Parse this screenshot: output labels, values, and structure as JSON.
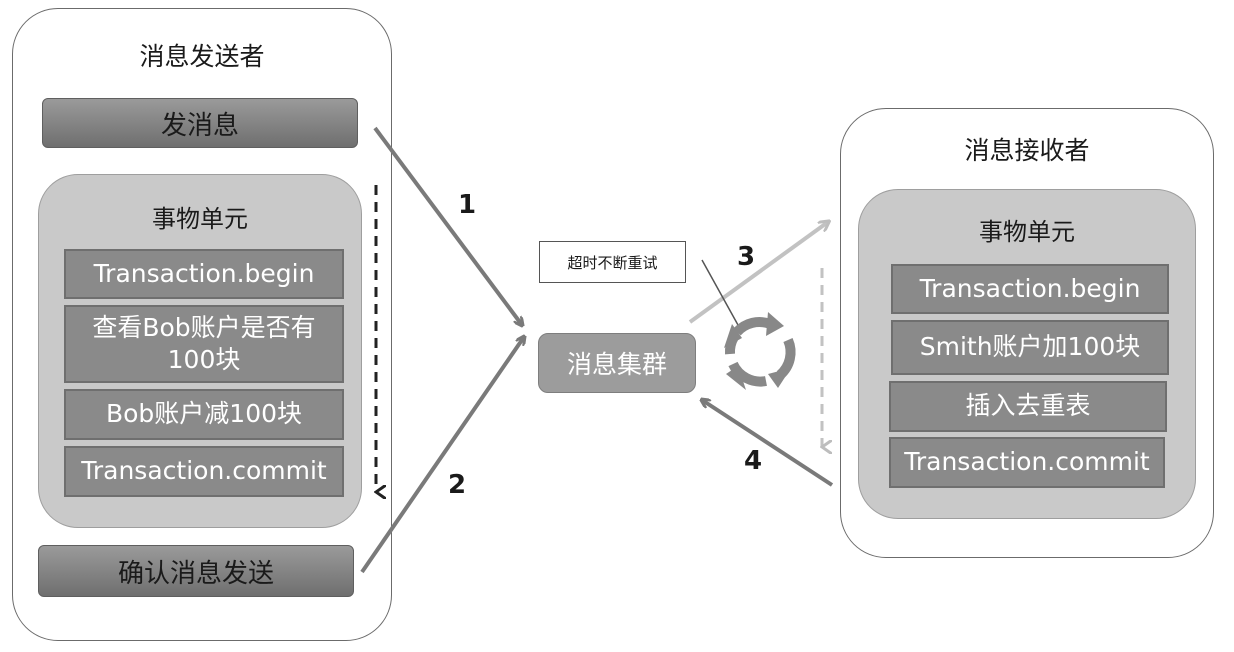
{
  "sender": {
    "title": "消息发送者",
    "send_button": "发消息",
    "unit_title": "事物单元",
    "steps": [
      "Transaction.begin",
      "查看Bob账户是否有100块",
      "Bob账户减100块",
      "Transaction.commit"
    ],
    "confirm_button": "确认消息发送"
  },
  "cluster": {
    "label": "消息集群"
  },
  "retry_note": "超时不断重试",
  "receiver": {
    "title": "消息接收者",
    "unit_title": "事物单元",
    "steps": [
      "Transaction.begin",
      "Smith账户加100块",
      "插入去重表",
      "Transaction.commit"
    ]
  },
  "flow_numbers": [
    "1",
    "2",
    "3",
    "4"
  ]
}
